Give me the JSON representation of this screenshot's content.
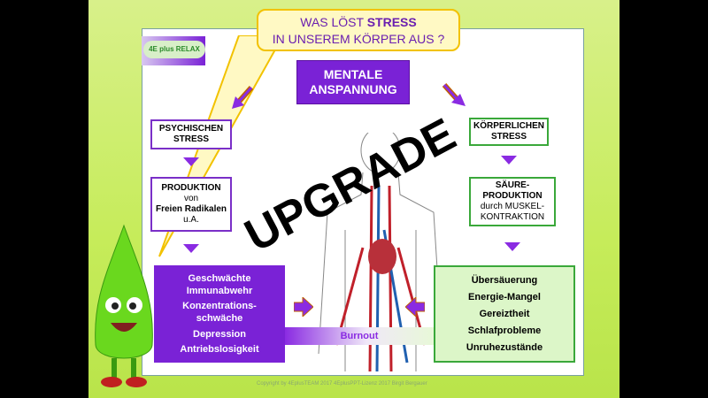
{
  "title": {
    "line1_prefix": "WAS LÖST ",
    "line1_bold": "STRESS",
    "line2": "IN UNSEREM KÖRPER AUS ?"
  },
  "logo": {
    "text": "4E plus RELAX"
  },
  "center": {
    "line1": "MENTALE",
    "line2": "ANSPANNUNG"
  },
  "left": {
    "box1": {
      "line1": "PSYCHISCHEN",
      "line2": "STRESS"
    },
    "box2": {
      "line1": "PRODUKTION",
      "line2": "von",
      "line3": "Freien Radikalen",
      "line4": "u.A."
    },
    "list": [
      "Geschwächte Immunabwehr",
      "Konzentrations-schwäche",
      "Depression",
      "Antriebslosigkeit"
    ]
  },
  "right": {
    "box1": {
      "line1": "KÖRPERLICHEN",
      "line2": "STRESS"
    },
    "box2": {
      "line1": "SÄURE-",
      "line2": "PRODUKTION",
      "line3": "durch MUSKEL-",
      "line4": "KONTRAKTION"
    },
    "list": [
      "Übersäuerung",
      "Energie-Mangel",
      "Gereiztheit",
      "Schlafprobleme",
      "Unruhezustände"
    ]
  },
  "burnout": "Burnout",
  "watermark": "UPGRADE",
  "copyright": "Copyright by 4EplusTEAM 2017 4EplusPPT-Lizenz 2017 Birgit Bergauer",
  "colors": {
    "purple": "#7a22d6",
    "green": "#3aa83a",
    "lime": "#c6ec5a",
    "callout": "#fff9c4"
  }
}
